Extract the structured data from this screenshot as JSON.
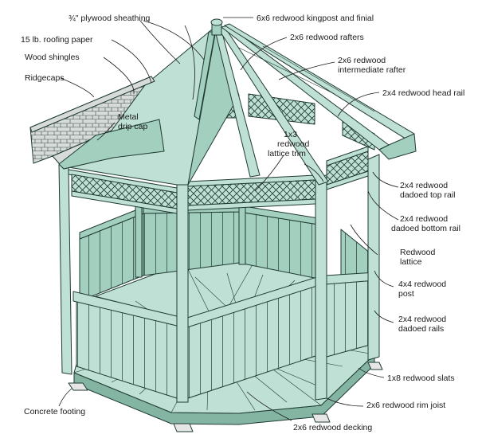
{
  "labels": {
    "sheathing": "¾\" plywood sheathing",
    "kingpost": "6x6 redwood kingpost and finial",
    "roofing_paper": "15 lb. roofing paper",
    "rafters": "2x6 redwood rafters",
    "shingles": "Wood shingles",
    "intermediate_rafter_1": "2x6 redwood",
    "intermediate_rafter_2": "intermediate rafter",
    "ridgecaps": "Ridgecaps",
    "head_rail": "2x4 redwood head rail",
    "drip_cap_1": "Metal",
    "drip_cap_2": "drip cap",
    "lattice_trim_1": "1x3",
    "lattice_trim_2": "redwood",
    "lattice_trim_3": "lattice trim",
    "top_rail_1": "2x4 redwood",
    "top_rail_2": "dadoed top rail",
    "bottom_rail_1": "2x4 redwood",
    "bottom_rail_2": "dadoed bottom rail",
    "lattice_1": "Redwood",
    "lattice_2": "lattice",
    "post_1": "4x4 redwood",
    "post_2": "post",
    "dadoed_rails_1": "2x4 redwood",
    "dadoed_rails_2": "dadoed rails",
    "slats": "1x8 redwood slats",
    "footing": "Concrete footing",
    "rim_joist": "2x6 redwood rim joist",
    "decking": "2x6 redwood decking"
  },
  "colors": {
    "wood_light": "#bfe0d4",
    "wood_mid": "#a3cfbf",
    "wood_dark": "#84b5a3",
    "shingle": "#d7dcda",
    "footing": "#e6e6e6",
    "ink": "#1a1a1a"
  }
}
